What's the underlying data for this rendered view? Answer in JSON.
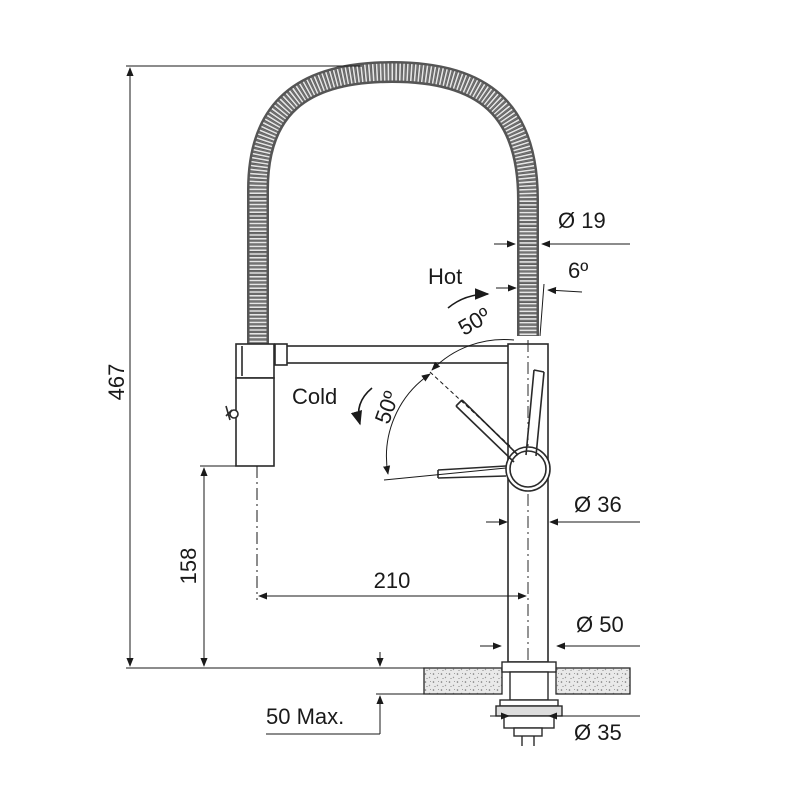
{
  "labels": {
    "height_total": "467",
    "height_spout": "158",
    "reach": "210",
    "hose_diameter": "Ø 19",
    "tilt_angle": "6º",
    "hot": "Hot",
    "hot_angle": "50º",
    "cold": "Cold",
    "cold_angle": "50º",
    "body_diameter": "Ø 36",
    "base_diameter": "Ø 50",
    "deck_thickness": "50 Max.",
    "hole_diameter": "Ø 35"
  }
}
